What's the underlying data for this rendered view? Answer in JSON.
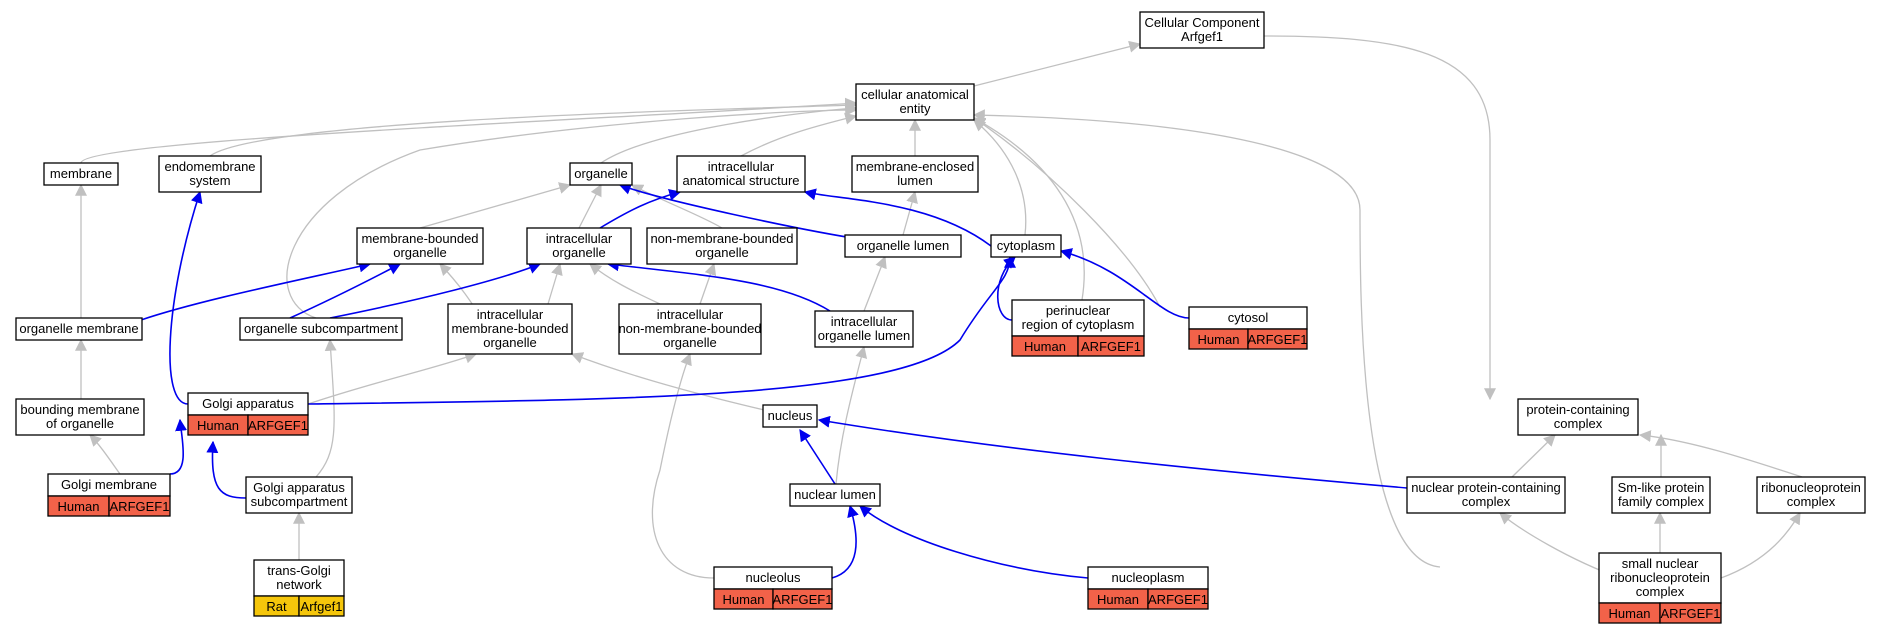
{
  "colors": {
    "human": "#f26249",
    "rat": "#f5c60b",
    "is_a_edge": "#c0c0c0",
    "part_of_edge": "#0000ee"
  },
  "nodes": {
    "root": {
      "lines": [
        "Cellular Component",
        "Arfgef1"
      ]
    },
    "cae": {
      "lines": [
        "cellular anatomical",
        "entity"
      ]
    },
    "membrane": {
      "lines": [
        "membrane"
      ]
    },
    "endo": {
      "lines": [
        "endomembrane",
        "system"
      ]
    },
    "organelle": {
      "lines": [
        "organelle"
      ]
    },
    "ias": {
      "lines": [
        "intracellular",
        "anatomical structure"
      ]
    },
    "mel": {
      "lines": [
        "membrane-enclosed",
        "lumen"
      ]
    },
    "mbo": {
      "lines": [
        "membrane-bounded",
        "organelle"
      ]
    },
    "io": {
      "lines": [
        "intracellular",
        "organelle"
      ]
    },
    "nmbo": {
      "lines": [
        "non-membrane-bounded",
        "organelle"
      ]
    },
    "olumen": {
      "lines": [
        "organelle lumen"
      ]
    },
    "cyto": {
      "lines": [
        "cytoplasm"
      ]
    },
    "omem": {
      "lines": [
        "organelle membrane"
      ]
    },
    "osub": {
      "lines": [
        "organelle subcompartment"
      ]
    },
    "imbo": {
      "lines": [
        "intracellular",
        "membrane-bounded",
        "organelle"
      ]
    },
    "inmbo": {
      "lines": [
        "intracellular",
        "non-membrane-bounded",
        "organelle"
      ]
    },
    "iol": {
      "lines": [
        "intracellular",
        "organelle lumen"
      ]
    },
    "perinuc": {
      "lines": [
        "perinuclear",
        "region of cytoplasm"
      ],
      "ann": [
        [
          "Human",
          "human"
        ],
        [
          "ARFGEF1",
          "human"
        ]
      ]
    },
    "cytosol": {
      "lines": [
        "cytosol"
      ],
      "ann": [
        [
          "Human",
          "human"
        ],
        [
          "ARFGEF1",
          "human"
        ]
      ]
    },
    "bmo": {
      "lines": [
        "bounding membrane",
        "of organelle"
      ]
    },
    "golgi": {
      "lines": [
        "Golgi apparatus"
      ],
      "ann": [
        [
          "Human",
          "human"
        ],
        [
          "ARFGEF1",
          "human"
        ]
      ]
    },
    "nucleus": {
      "lines": [
        "nucleus"
      ]
    },
    "pcc": {
      "lines": [
        "protein-containing",
        "complex"
      ]
    },
    "gmem": {
      "lines": [
        "Golgi membrane"
      ],
      "ann": [
        [
          "Human",
          "human"
        ],
        [
          "ARFGEF1",
          "human"
        ]
      ]
    },
    "gsub": {
      "lines": [
        "Golgi apparatus",
        "subcompartment"
      ]
    },
    "nlumen": {
      "lines": [
        "nuclear lumen"
      ]
    },
    "npcc": {
      "lines": [
        "nuclear protein-containing",
        "complex"
      ]
    },
    "smlike": {
      "lines": [
        "Sm-like protein",
        "family complex"
      ]
    },
    "rnp": {
      "lines": [
        "ribonucleoprotein",
        "complex"
      ]
    },
    "tgn": {
      "lines": [
        "trans-Golgi",
        "network"
      ],
      "ann": [
        [
          "Rat",
          "rat"
        ],
        [
          "Arfgef1",
          "rat"
        ]
      ]
    },
    "nucleolus": {
      "lines": [
        "nucleolus"
      ],
      "ann": [
        [
          "Human",
          "human"
        ],
        [
          "ARFGEF1",
          "human"
        ]
      ]
    },
    "nucleoplasm": {
      "lines": [
        "nucleoplasm"
      ],
      "ann": [
        [
          "Human",
          "human"
        ],
        [
          "ARFGEF1",
          "human"
        ]
      ]
    },
    "snrnp": {
      "lines": [
        "small nuclear",
        "ribonucleoprotein",
        "complex"
      ],
      "ann": [
        [
          "Human",
          "human"
        ],
        [
          "ARFGEF1",
          "human"
        ]
      ]
    }
  }
}
